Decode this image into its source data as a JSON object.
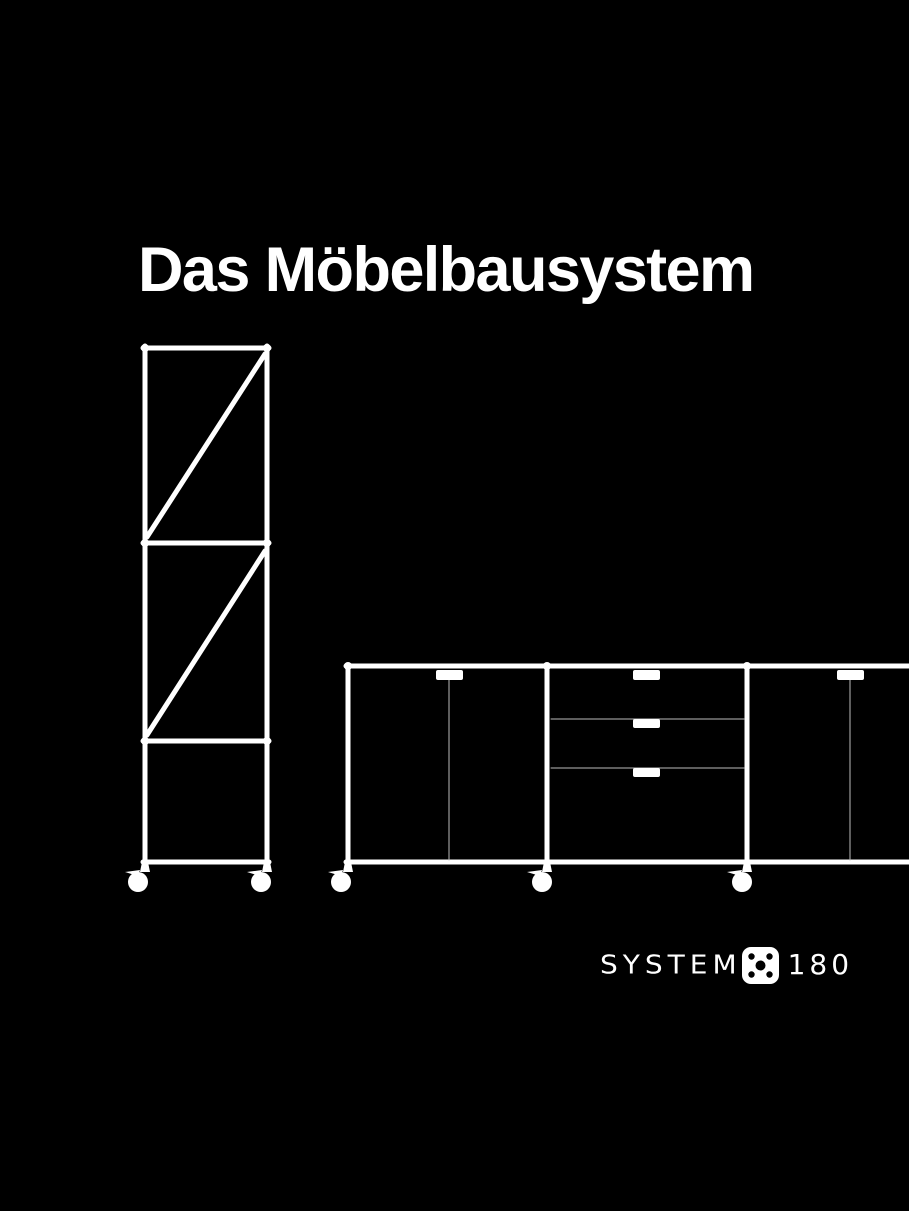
{
  "page": {
    "background_color": "#000000",
    "foreground_color": "#ffffff"
  },
  "title": {
    "text": "Das Möbelbausystem"
  },
  "illustration": {
    "description": "Line drawing of modular furniture on casters",
    "items": [
      {
        "name": "shelving-tower",
        "bays": [
          {
            "type": "cross-braced"
          },
          {
            "type": "cross-braced"
          },
          {
            "type": "open"
          }
        ],
        "casters": 2
      },
      {
        "name": "sideboard",
        "modules": [
          {
            "type": "double-door",
            "handles": 1
          },
          {
            "type": "drawers",
            "drawer_count": 3,
            "handles": 3
          },
          {
            "type": "double-door",
            "handles": 1,
            "cropped": true
          }
        ],
        "casters": 3
      }
    ]
  },
  "logo": {
    "word": "SYSTEM",
    "icon": "five-dot-rounded-square-icon",
    "number": "180"
  }
}
